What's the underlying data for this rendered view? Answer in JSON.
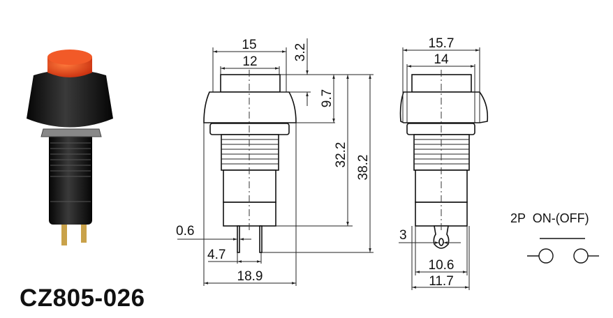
{
  "product": {
    "model": "CZ805-026"
  },
  "front_view": {
    "dims": {
      "overall_width": "15",
      "button_width": "12",
      "button_height": "3.2",
      "head_height": "9.7",
      "body_length": "32.2",
      "total_length": "38.2",
      "pin_thickness": "0.6",
      "pin_spacing": "4.7",
      "bezel_width": "18.9"
    }
  },
  "side_view": {
    "dims": {
      "overall_width": "15.7",
      "button_width": "14",
      "terminal_hole": "3",
      "body_width": "10.6",
      "nut_width": "11.7"
    }
  },
  "schematic": {
    "label": "2P  ON-(OFF)"
  },
  "colors": {
    "cap": "#e8431c",
    "housing": "#151515"
  }
}
